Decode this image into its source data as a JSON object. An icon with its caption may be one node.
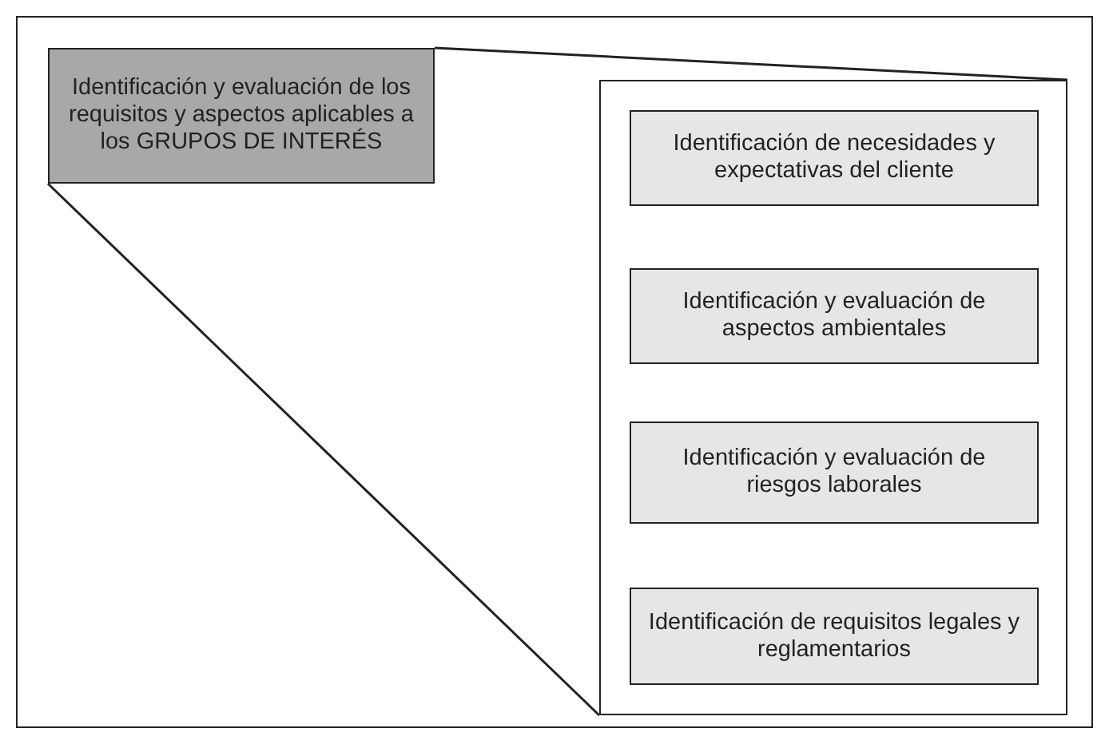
{
  "diagram": {
    "nodes": [
      {
        "text": [
          "Identificación y evaluación de los requisitos y aspectos aplicables a los GRUPOS DE INTERÉS"
        ]
      },
      {
        "text": [],
        "shape": "box"
      },
      {
        "text": [
          "Identificación de necesidades y expectativas del cliente"
        ],
        "in": 1
      },
      {
        "text": [
          "Identificación y evaluación de aspectos ambientales"
        ],
        "in": 1
      },
      {
        "text": [
          "Identificación y evaluación de riesgos laborales"
        ],
        "in": 1
      },
      {
        "text": [
          "Identificación de requisitos legales y reglamentarios"
        ],
        "in": 1
      }
    ],
    "edges": [
      {
        "from": 0,
        "to": 1,
        "arrow": "none"
      },
      {
        "from": 0,
        "to": 1,
        "arrow": "none"
      }
    ]
  }
}
